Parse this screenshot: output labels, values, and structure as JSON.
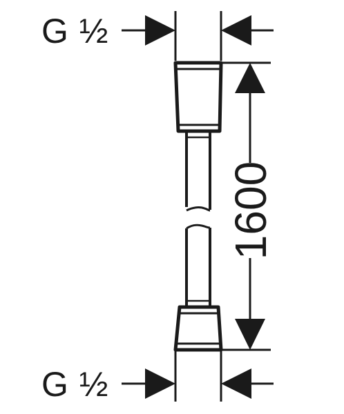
{
  "labels": {
    "thread_top": "G ½",
    "thread_bottom": "G ½",
    "length": "1600"
  },
  "colors": {
    "line": "#1a1a1a",
    "background": "#ffffff"
  }
}
